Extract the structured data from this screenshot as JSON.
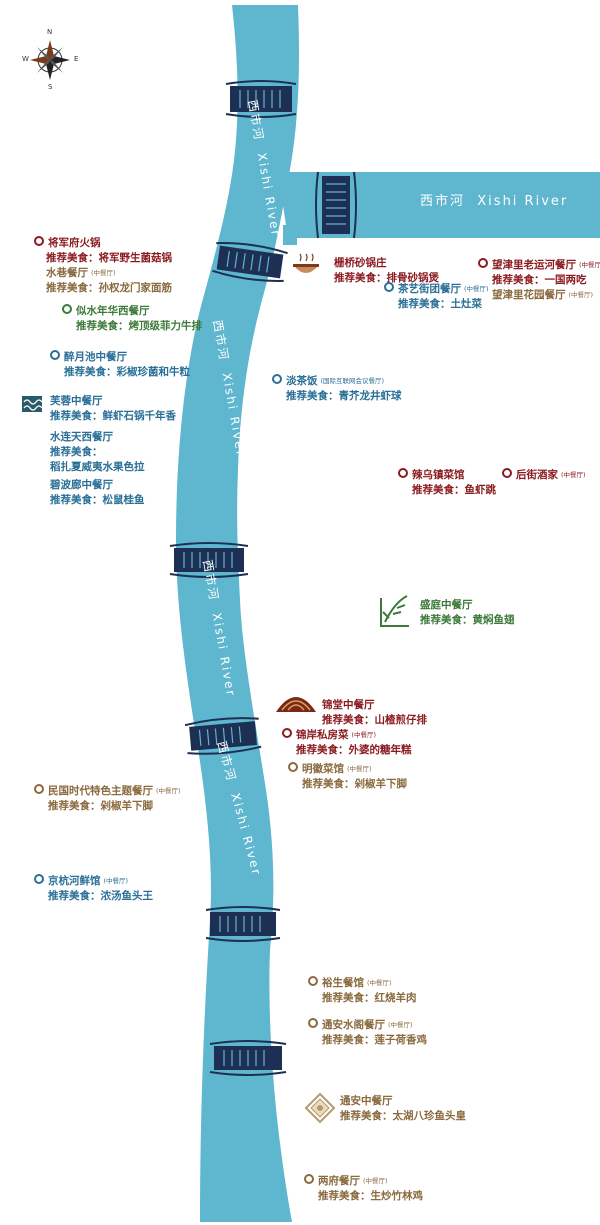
{
  "compass": {
    "n": "N",
    "s": "S",
    "e": "E",
    "w": "W"
  },
  "river_labels": [
    {
      "cn": "西市河",
      "en": "Xishi River"
    },
    {
      "cn": "西市河",
      "en": "Xishi River"
    },
    {
      "cn": "西市河",
      "en": "Xishi River"
    },
    {
      "cn": "西市河",
      "en": "Xishi River"
    },
    {
      "cn": "西市河",
      "en": "Xishi River"
    }
  ],
  "pois": [
    {
      "name": "将军府火锅",
      "tag": "",
      "rec": "推荐美食：将军野生菌菇锅",
      "color": "red",
      "dot": true
    },
    {
      "name": "水巷餐厅",
      "tag": "(中餐厅)",
      "rec": "推荐美食：孙权龙门家面筋",
      "color": "brown",
      "dot": false
    },
    {
      "name": "似水年华西餐厅",
      "tag": "",
      "rec": "推荐美食：烤顶级菲力牛排",
      "color": "green",
      "dot": true
    },
    {
      "name": "醉月池中餐厅",
      "tag": "",
      "rec": "推荐美食：彩椒珍菌和牛粒",
      "color": "blue",
      "dot": true
    },
    {
      "name": "芙蓉中餐厅",
      "tag": "",
      "rec": "推荐美食：鲜虾石锅千年香",
      "color": "blue",
      "dot": false
    },
    {
      "name": "水连天西餐厅",
      "tag": "",
      "rec": "推荐美食：",
      "rec2": "稻扎夏威夷水果色拉",
      "color": "blue",
      "dot": false
    },
    {
      "name": "碧波廊中餐厅",
      "tag": "",
      "rec": "推荐美食：松鼠桂鱼",
      "color": "blue",
      "dot": false
    },
    {
      "name": "栅桥砂锅庄",
      "tag": "",
      "rec": "推荐美食：排骨砂锅煲",
      "color": "red",
      "dot": false
    },
    {
      "name": "茶艺街团餐厅",
      "tag": "(中餐厅)",
      "rec": "推荐美食：土灶菜",
      "color": "blue",
      "dot": true
    },
    {
      "name": "望津里老运河餐厅",
      "tag": "(中餐厅)",
      "rec": "推荐美食：一国两吃",
      "color": "red",
      "dot": true
    },
    {
      "name": "望津里花园餐厅",
      "tag": "(中餐厅)",
      "rec": "",
      "color": "brown",
      "dot": false
    },
    {
      "name": "淡茶饭",
      "tag": "(国际互联网会议餐厅)",
      "rec": "推荐美食：青芥龙井虾球",
      "color": "blue",
      "dot": true
    },
    {
      "name": "辣乌镇菜馆",
      "tag": "",
      "rec": "推荐美食：鱼虾跳",
      "color": "red",
      "dot": true
    },
    {
      "name": "后街酒家",
      "tag": "(中餐厅)",
      "rec": "",
      "color": "red",
      "dot": true
    },
    {
      "name": "盛庭中餐厅",
      "tag": "",
      "rec": "推荐美食：黄焖鱼翅",
      "color": "green",
      "dot": false
    },
    {
      "name": "锦堂中餐厅",
      "tag": "",
      "rec": "推荐美食：山楂煎仔排",
      "color": "red",
      "dot": false
    },
    {
      "name": "锦岸私房菜",
      "tag": "(中餐厅)",
      "rec": "推荐美食：外婆的糖年糕",
      "color": "red",
      "dot": true
    },
    {
      "name": "明徽菜馆",
      "tag": "(中餐厅)",
      "rec": "推荐美食：剁椒羊下脚",
      "color": "brown",
      "dot": true
    },
    {
      "name": "民国时代特色主题餐厅",
      "tag": "(中餐厅)",
      "rec": "推荐美食：剁椒羊下脚",
      "color": "brown",
      "dot": true
    },
    {
      "name": "京杭河鲜馆",
      "tag": "(中餐厅)",
      "rec": "推荐美食：浓汤鱼头王",
      "color": "blue",
      "dot": true
    },
    {
      "name": "裕生餐馆",
      "tag": "(中餐厅)",
      "rec": "推荐美食：红烧羊肉",
      "color": "brown",
      "dot": true
    },
    {
      "name": "通安水阁餐厅",
      "tag": "(中餐厅)",
      "rec": "推荐美食：莲子荷香鸡",
      "color": "brown",
      "dot": true
    },
    {
      "name": "通安中餐厅",
      "tag": "",
      "rec": "推荐美食：太湖八珍鱼头皇",
      "color": "brown",
      "dot": false
    },
    {
      "name": "两府餐厅",
      "tag": "(中餐厅)",
      "rec": "推荐美食：生炒竹林鸡",
      "color": "brown",
      "dot": true
    }
  ],
  "colors": {
    "river": "#5eb6cf",
    "bridge": "#1d2f52",
    "red": "#8b1a1f",
    "brown": "#8a6a3e",
    "blue": "#2a6f97",
    "green": "#3d7a3a"
  }
}
